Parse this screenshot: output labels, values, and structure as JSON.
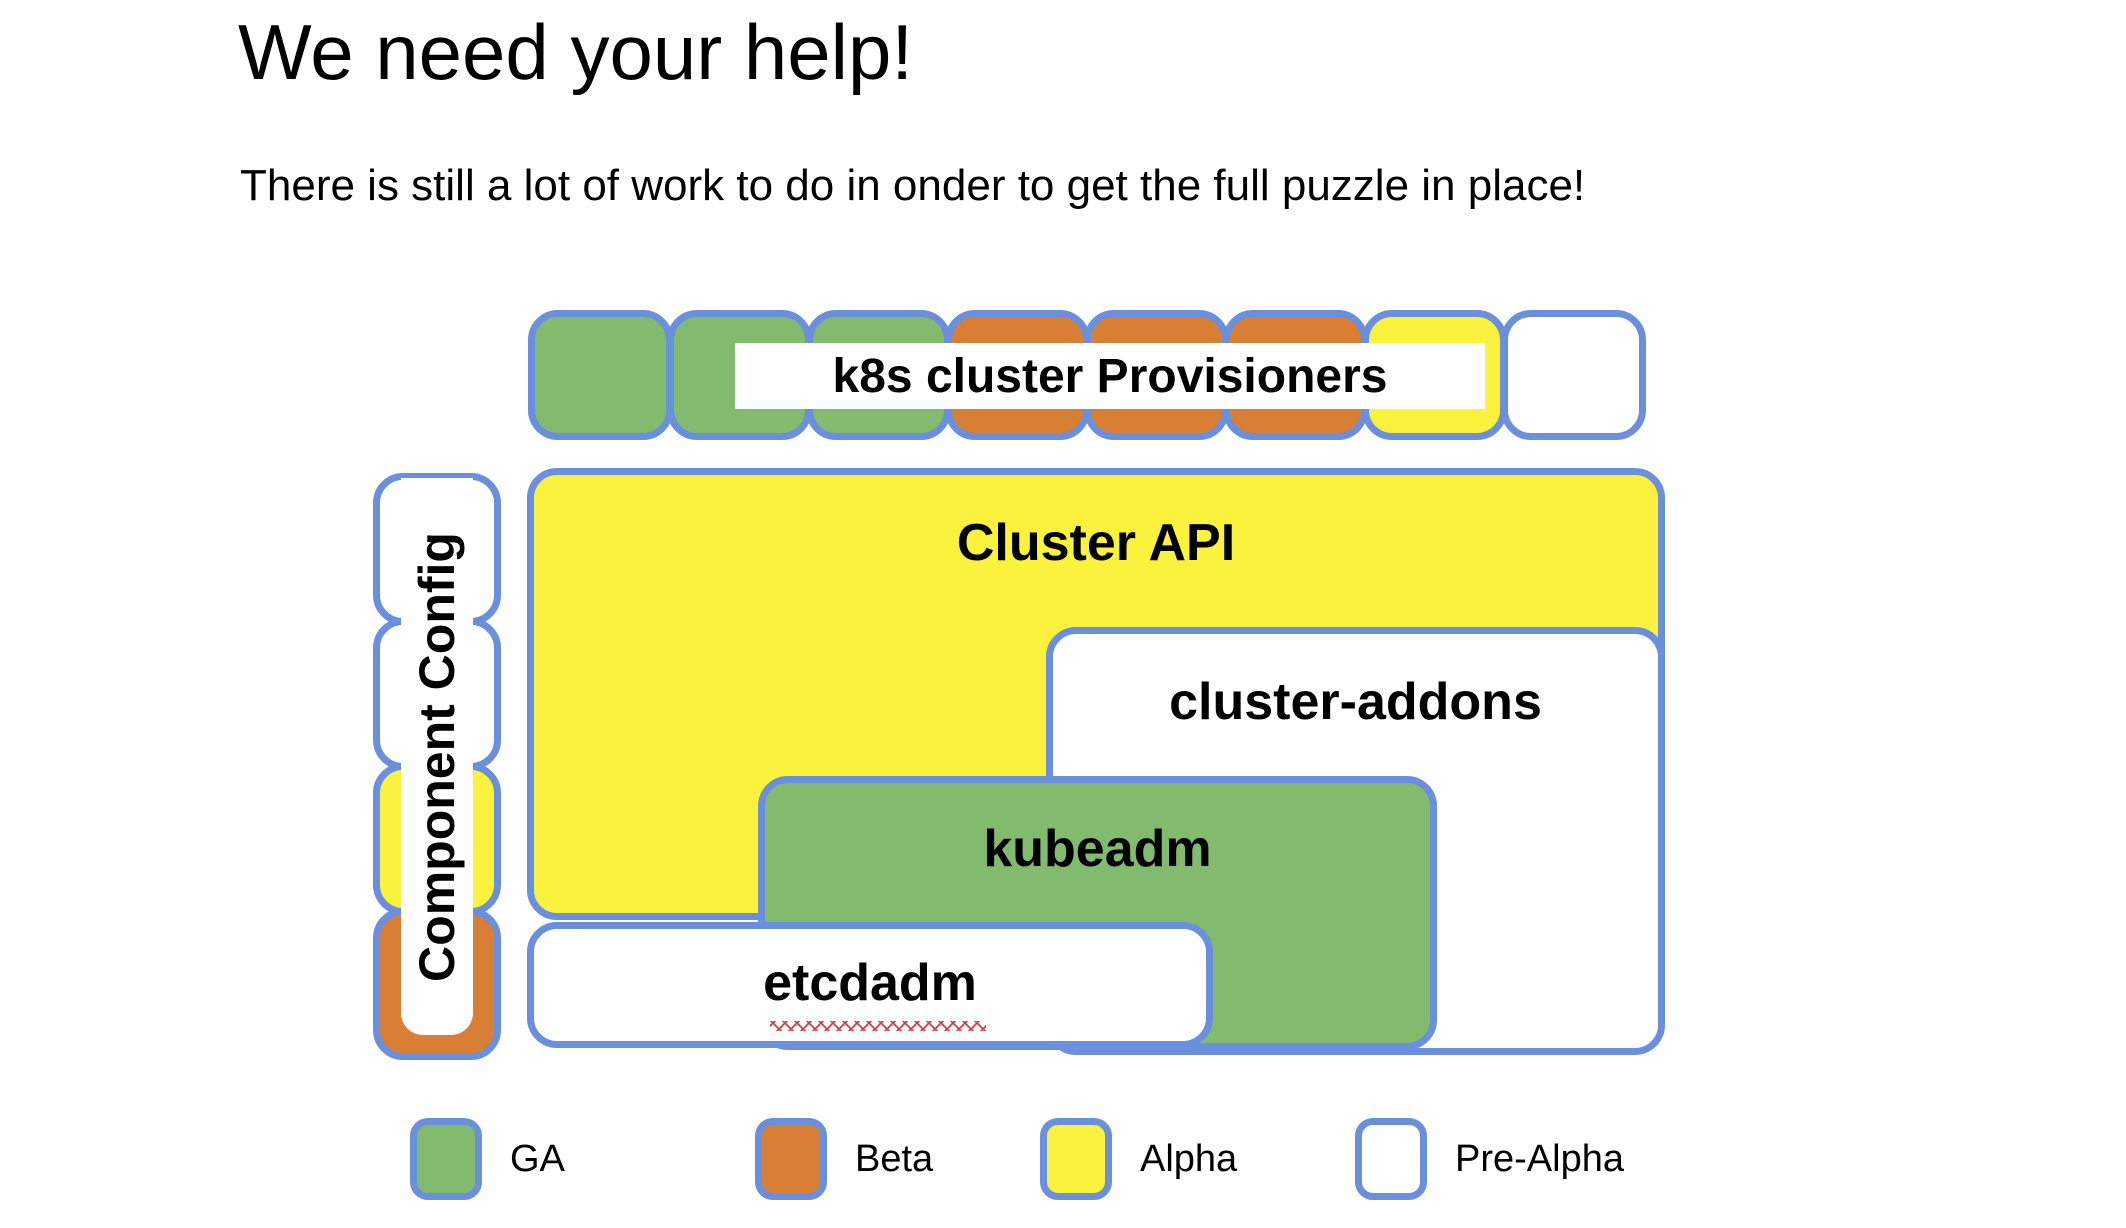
{
  "slide": {
    "title": "We need your help!",
    "subtitle": "There is still a lot of work to do in onder to get the full puzzle in place!",
    "background": "#ffffff"
  },
  "colors": {
    "border": "#6a8fdd",
    "ga": "#82bb6e",
    "beta": "#d97f35",
    "alpha": "#faf23c",
    "pre_alpha": "#ffffff",
    "spellcheck_underline": "#e03c3c"
  },
  "provisioners": {
    "label": "k8s cluster Provisioners",
    "tiles": [
      {
        "status": "GA"
      },
      {
        "status": "GA"
      },
      {
        "status": "GA"
      },
      {
        "status": "Beta"
      },
      {
        "status": "Beta"
      },
      {
        "status": "Beta"
      },
      {
        "status": "Alpha"
      },
      {
        "status": "Pre-Alpha"
      }
    ]
  },
  "component_config": {
    "label": "Component Config",
    "tiles": [
      {
        "status": "Pre-Alpha"
      },
      {
        "status": "Pre-Alpha"
      },
      {
        "status": "Alpha"
      },
      {
        "status": "Beta"
      }
    ]
  },
  "regions": [
    {
      "name": "cluster-api",
      "label": "Cluster API",
      "status": "Alpha"
    },
    {
      "name": "cluster-addons",
      "label": "cluster-addons",
      "status": "Pre-Alpha"
    },
    {
      "name": "kubeadm",
      "label": "kubeadm",
      "status": "GA"
    },
    {
      "name": "etcdadm",
      "label": "etcdadm",
      "status": "Pre-Alpha",
      "spellcheck": true
    }
  ],
  "legend": {
    "items": [
      {
        "label": "GA",
        "color": "#82bb6e"
      },
      {
        "label": "Beta",
        "color": "#d97f35"
      },
      {
        "label": "Alpha",
        "color": "#faf23c"
      },
      {
        "label": "Pre-Alpha",
        "color": "#ffffff"
      }
    ]
  }
}
